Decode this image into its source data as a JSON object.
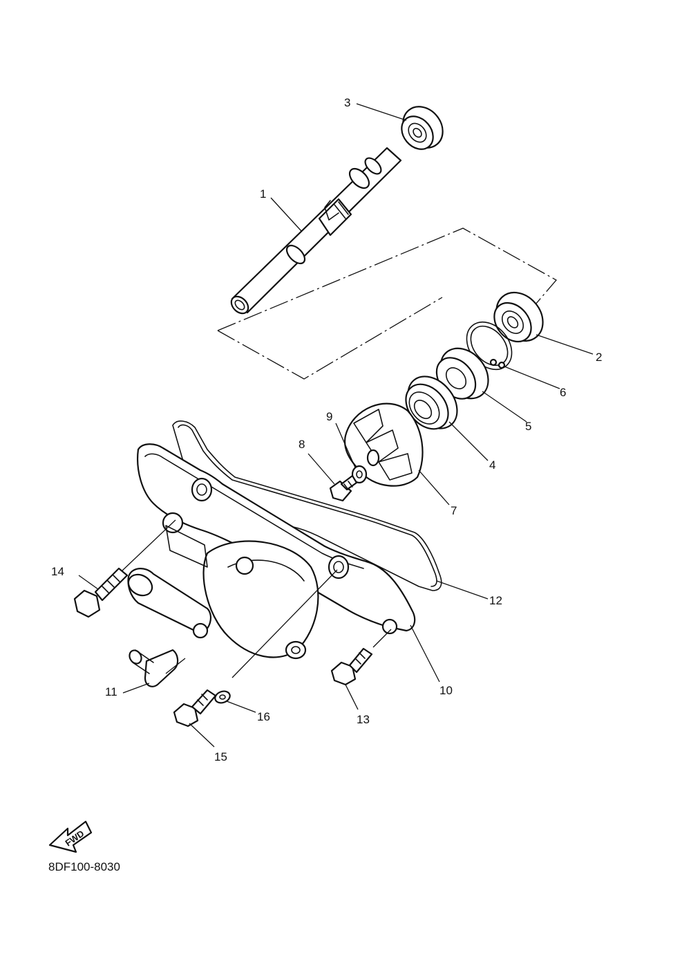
{
  "diagram": {
    "code": "8DF100-8030",
    "fwd_label": "FWD",
    "callouts": [
      {
        "id": "1",
        "label": "1"
      },
      {
        "id": "2",
        "label": "2"
      },
      {
        "id": "3",
        "label": "3"
      },
      {
        "id": "4",
        "label": "4"
      },
      {
        "id": "5",
        "label": "5"
      },
      {
        "id": "6",
        "label": "6"
      },
      {
        "id": "7",
        "label": "7"
      },
      {
        "id": "8",
        "label": "8"
      },
      {
        "id": "9",
        "label": "9"
      },
      {
        "id": "10",
        "label": "10"
      },
      {
        "id": "11",
        "label": "11"
      },
      {
        "id": "12",
        "label": "12"
      },
      {
        "id": "13",
        "label": "13"
      },
      {
        "id": "14",
        "label": "14"
      },
      {
        "id": "15",
        "label": "15"
      },
      {
        "id": "16",
        "label": "16"
      }
    ]
  }
}
